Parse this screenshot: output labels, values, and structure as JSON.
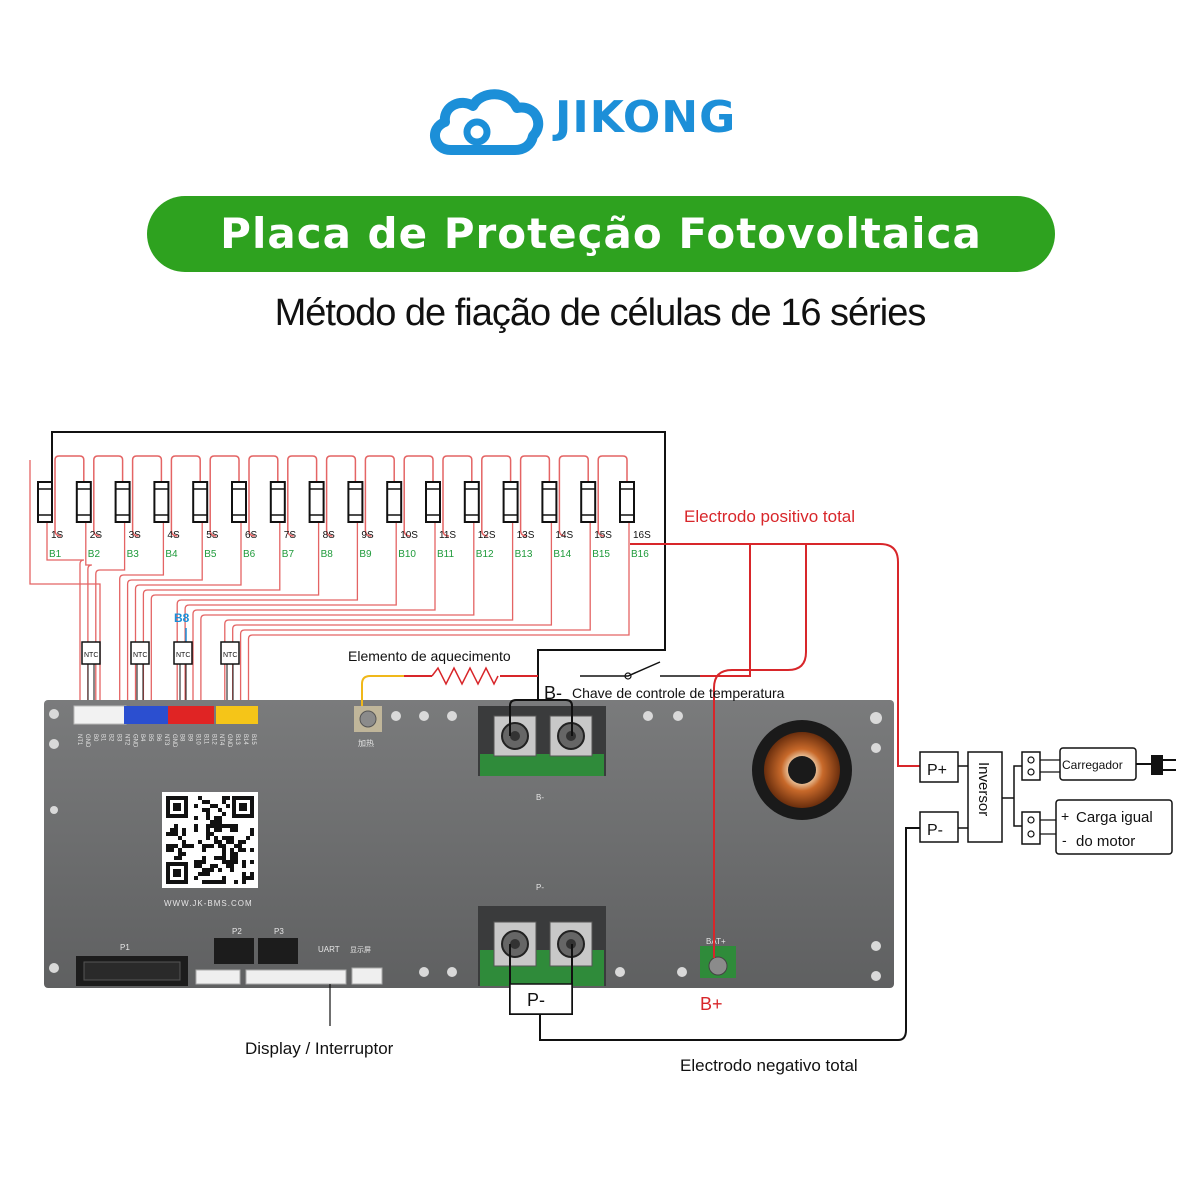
{
  "header": {
    "brand": "JIKONG",
    "title": "Placa de Proteção Fotovoltaica",
    "subtitle": "Método de fiação de células de 16 séries"
  },
  "cells": [
    {
      "series": "1S",
      "b": "B1"
    },
    {
      "series": "2S",
      "b": "B2"
    },
    {
      "series": "3S",
      "b": "B3"
    },
    {
      "series": "4S",
      "b": "B4"
    },
    {
      "series": "5S",
      "b": "B5"
    },
    {
      "series": "6S",
      "b": "B6"
    },
    {
      "series": "7S",
      "b": "B7"
    },
    {
      "series": "8S",
      "b": "B8"
    },
    {
      "series": "9S",
      "b": "B9"
    },
    {
      "series": "10S",
      "b": "B10"
    },
    {
      "series": "11S",
      "b": "B11"
    },
    {
      "series": "12S",
      "b": "B12"
    },
    {
      "series": "13S",
      "b": "B13"
    },
    {
      "series": "14S",
      "b": "B14"
    },
    {
      "series": "15S",
      "b": "B15"
    },
    {
      "series": "16S",
      "b": "B16"
    }
  ],
  "ntc": [
    "NTC",
    "NTC",
    "NTC",
    "NTC"
  ],
  "labels": {
    "b8_tag": "B8",
    "positive_total": "Electrodo positivo total",
    "heating_element": "Elemento de aquecimento",
    "b_minus": "B-",
    "temp_switch": "Chave de controle de temperatura",
    "p_plus": "P+",
    "p_minus": "P-",
    "inverter": "Inversor",
    "charger": "Carregador",
    "load_plus": "+",
    "load_minus": "-",
    "load_line1": "Carga igual",
    "load_line2": "do motor",
    "p_minus_board": "P-",
    "b_plus": "B+",
    "display_switch": "Display / Interruptor",
    "negative_total": "Electrodo negativo total"
  },
  "board": {
    "website": "WWW.JK-BMS.COM",
    "heat_label": "加热",
    "b_minus_small": "B-",
    "p_minus_small": "P-",
    "p1": "P1",
    "p2": "P2",
    "p3": "P3",
    "uart": "UART",
    "display_cn": "显示屏",
    "bat_plus": "BAT+",
    "conn_pins": [
      "NT1",
      "GND",
      "B0",
      "B1",
      "B2",
      "B3",
      "NT2",
      "GND",
      "B4",
      "B5",
      "B6",
      "NT3",
      "GND",
      "B8",
      "B9",
      "B10",
      "B11",
      "B12",
      "NT4",
      "GND",
      "B13",
      "B14",
      "B15"
    ]
  },
  "colors": {
    "brand_blue": "#1c8fd8",
    "banner_green": "#2ea21f",
    "wire_red": "#d8262a",
    "wire_pink": "#e46464",
    "board_gray": "#6e6f70",
    "cell_label_green": "#1e9a3a"
  }
}
